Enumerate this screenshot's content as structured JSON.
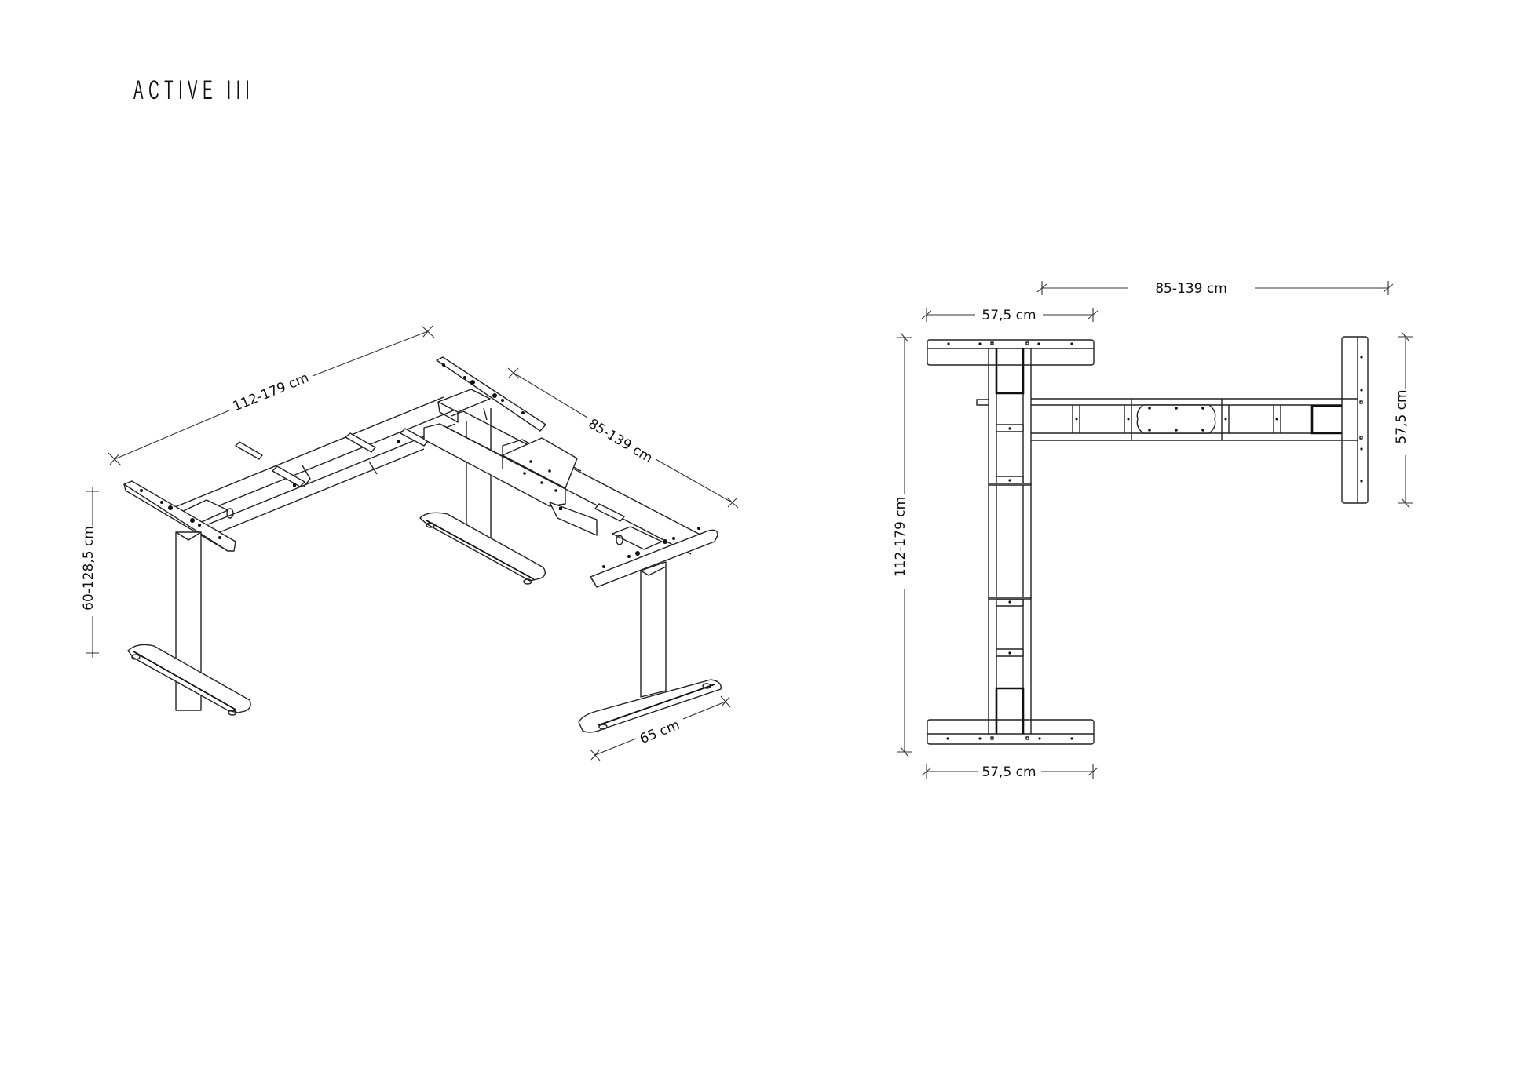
{
  "title": "ACTIVE III",
  "views": {
    "isometric": {
      "dimensions": {
        "long_side": "112-179 cm",
        "short_side": "85-139 cm",
        "height": "60-128,5 cm",
        "foot_depth": "65 cm"
      }
    },
    "top_plan": {
      "dimensions": {
        "top_foot_width": "57,5 cm",
        "bottom_foot_width": "57,5 cm",
        "long_side": "112-179 cm",
        "short_side": "85-139 cm",
        "right_foot_width": "57,5 cm"
      }
    }
  },
  "colors": {
    "line": "#222222",
    "background": "#ffffff"
  }
}
